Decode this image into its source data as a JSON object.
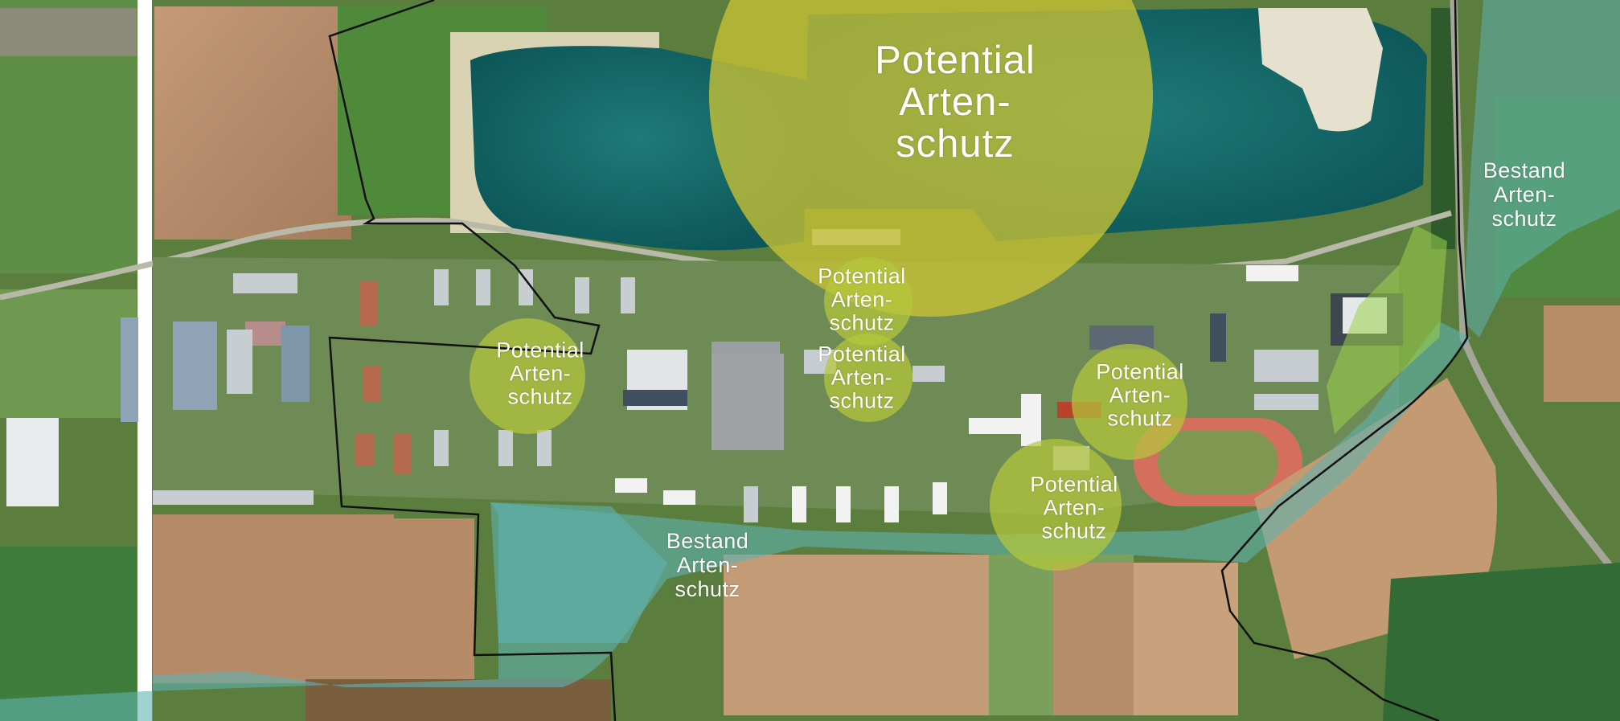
{
  "map": {
    "colors": {
      "potential_zone": "#c9c335",
      "potential_zone_small": "#b4c83c",
      "bestand_zone": "#5fb2b0",
      "boundary_line": "#111111",
      "label_text": "#ffffff"
    },
    "zones": {
      "potential_top": {
        "lines": [
          "Potential",
          "Arten-",
          "schutz"
        ]
      },
      "potential_center_upper": {
        "lines": [
          "Potential",
          "Arten-",
          "schutz"
        ]
      },
      "potential_center_lower": {
        "lines": [
          "Potential",
          "Arten-",
          "schutz"
        ]
      },
      "potential_left": {
        "lines": [
          "Potential",
          "Arten-",
          "schutz"
        ]
      },
      "potential_right": {
        "lines": [
          "Potential",
          "Arten-",
          "schutz"
        ]
      },
      "potential_bottom": {
        "lines": [
          "Potential",
          "Arten-",
          "schutz"
        ]
      },
      "bestand_south": {
        "lines": [
          "Bestand",
          "Arten-",
          "schutz"
        ]
      },
      "bestand_east": {
        "lines": [
          "Bestand",
          "Arten-",
          "schutz"
        ]
      }
    }
  }
}
